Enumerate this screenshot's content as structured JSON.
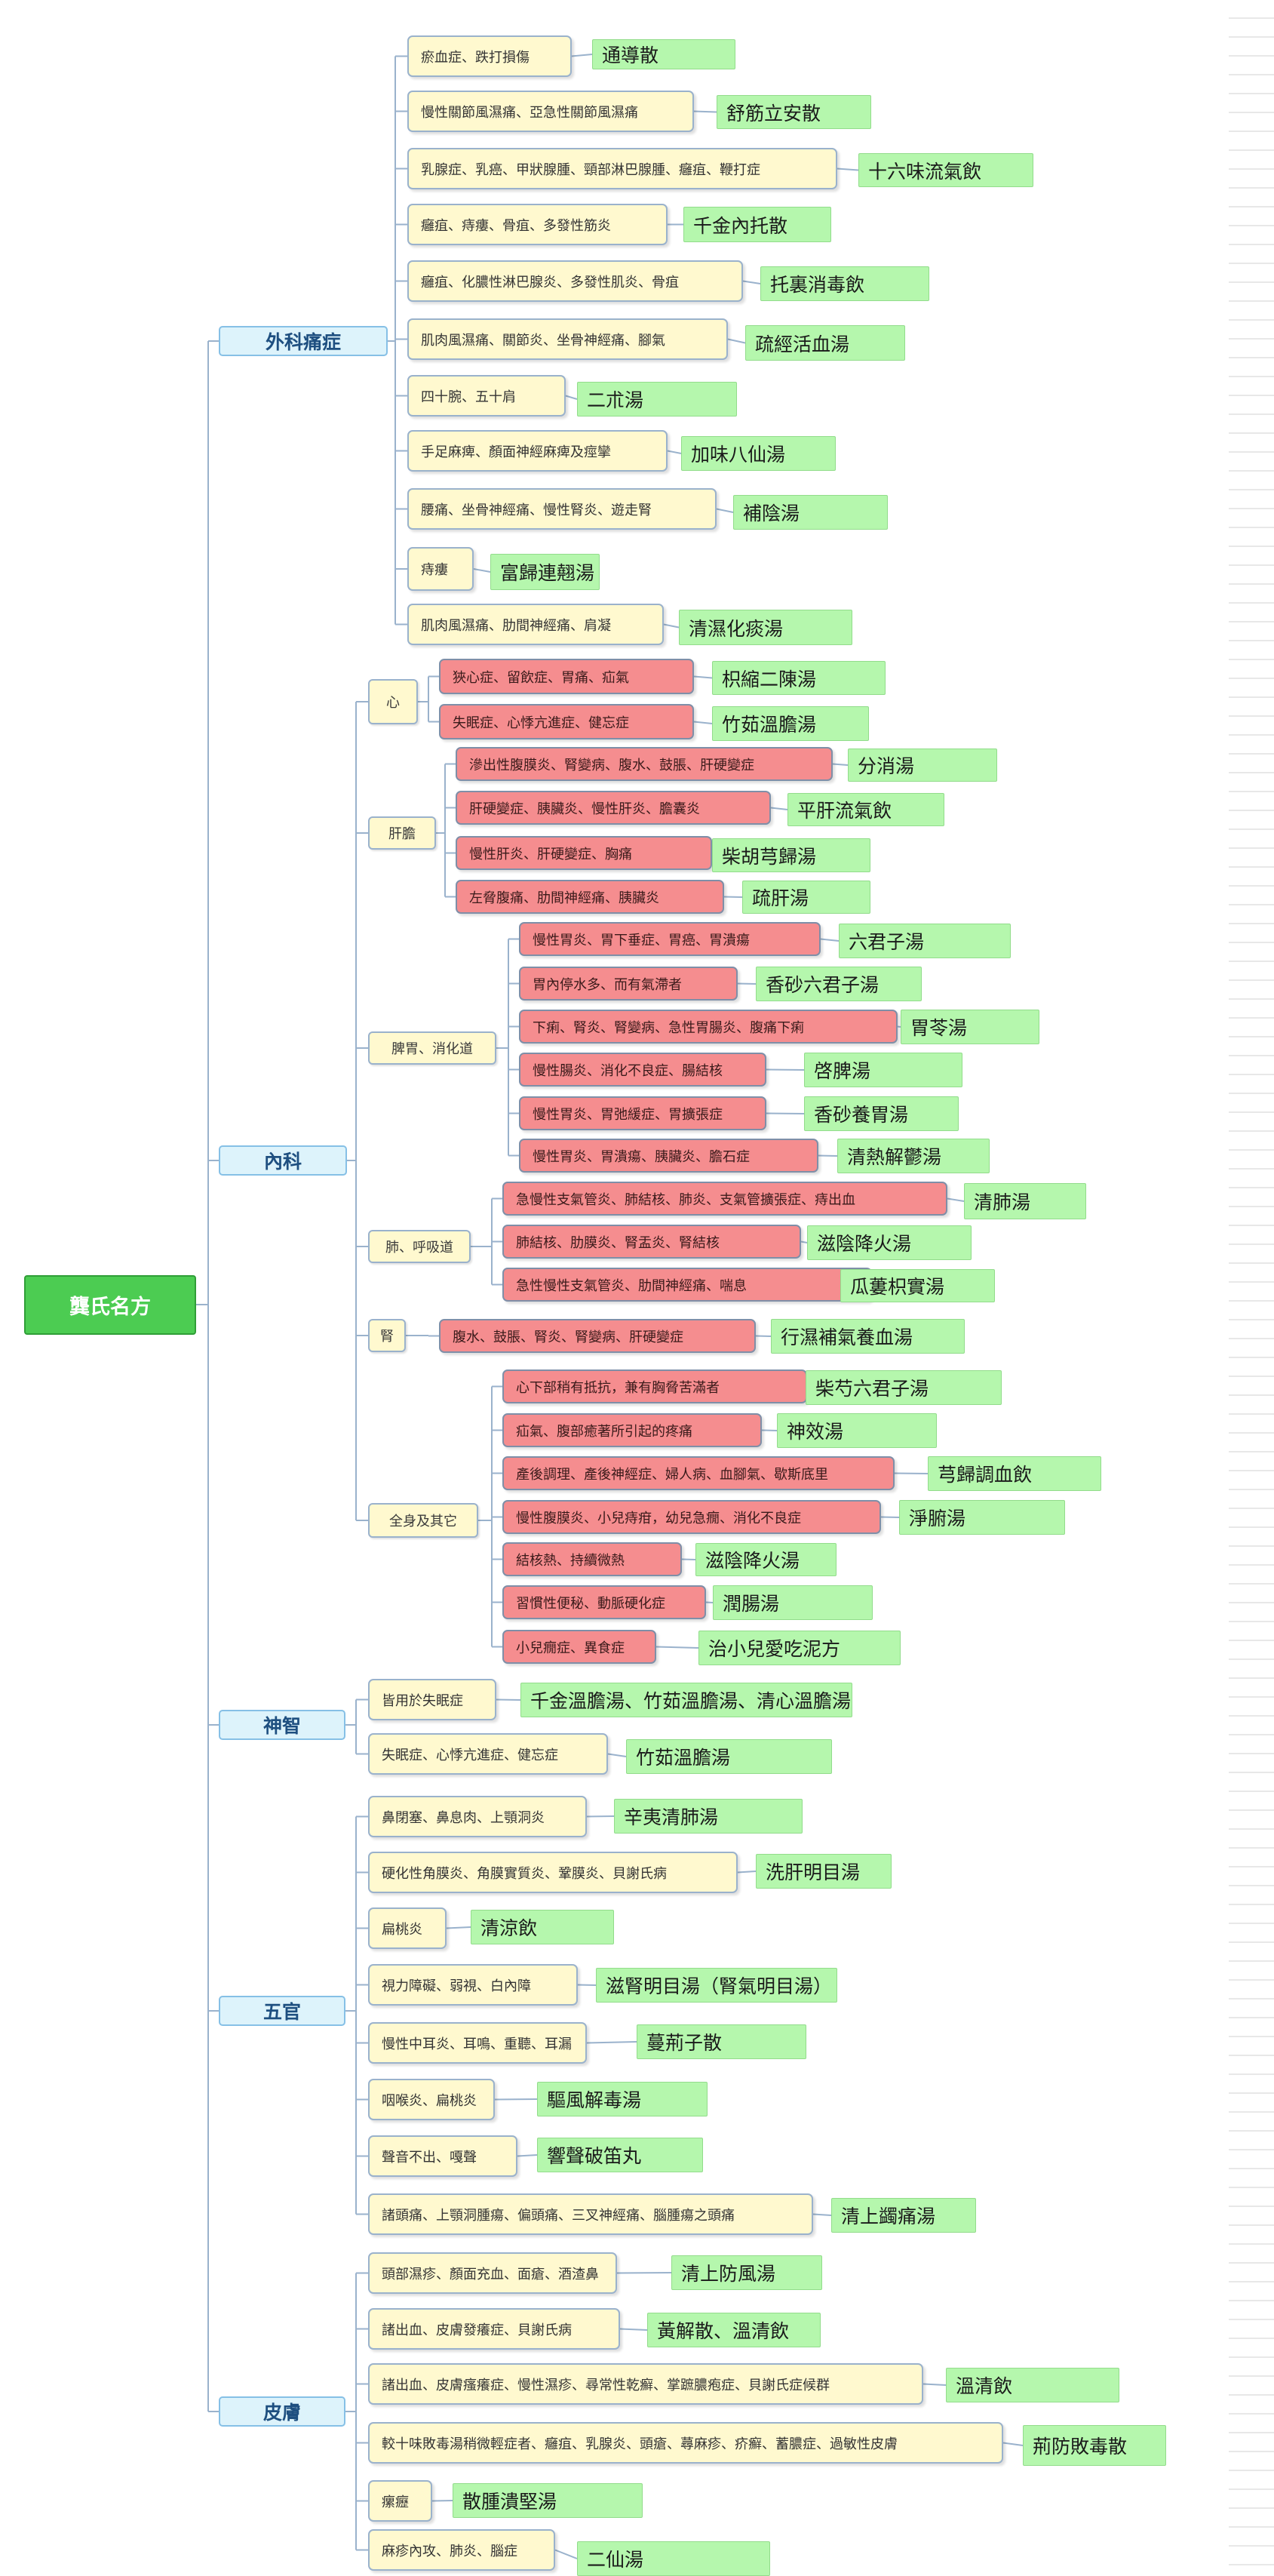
{
  "root": "龔氏名方",
  "categories": [
    {
      "name": "外科痛症",
      "items": [
        {
          "condition": "瘀血症、跌打損傷",
          "remedy": "通導散"
        },
        {
          "condition": "慢性關節風濕痛、亞急性關節風濕痛",
          "remedy": "舒筋立安散"
        },
        {
          "condition": "乳腺症、乳癌、甲狀腺腫、頸部淋巴腺腫、癰疽、鞭打症",
          "remedy": "十六味流氣飲"
        },
        {
          "condition": "癰疽、痔瘻、骨疽、多發性筋炎",
          "remedy": "千金內托散"
        },
        {
          "condition": "癰疽、化膿性淋巴腺炎、多發性肌炎、骨疽",
          "remedy": "托裏消毒飲"
        },
        {
          "condition": "肌肉風濕痛、關節炎、坐骨神經痛、腳氣",
          "remedy": "疏經活血湯"
        },
        {
          "condition": "四十腕、五十肩",
          "remedy": "二朮湯"
        },
        {
          "condition": "手足麻痺、顏面神經麻痺及痙攣",
          "remedy": "加味八仙湯"
        },
        {
          "condition": "腰痛、坐骨神經痛、慢性腎炎、遊走腎",
          "remedy": "補陰湯"
        },
        {
          "condition": "痔瘻",
          "remedy": "富歸連翹湯"
        },
        {
          "condition": "肌肉風濕痛、肋間神經痛、肩凝",
          "remedy": "清濕化痰湯"
        }
      ]
    },
    {
      "name": "內科",
      "groups": [
        {
          "name": "心",
          "items": [
            {
              "condition": "狹心症、留飲症、胃痛、疝氣",
              "remedy": "枳縮二陳湯"
            },
            {
              "condition": "失眠症、心悸亢進症、健忘症",
              "remedy": "竹茹溫膽湯"
            }
          ]
        },
        {
          "name": "肝膽",
          "items": [
            {
              "condition": "滲出性腹膜炎、腎變病、腹水、鼓脹、肝硬變症",
              "remedy": "分消湯"
            },
            {
              "condition": "肝硬變症、胰臟炎、慢性肝炎、膽囊炎",
              "remedy": "平肝流氣飲"
            },
            {
              "condition": "慢性肝炎、肝硬變症、胸痛",
              "remedy": "柴胡芎歸湯"
            },
            {
              "condition": "左脅腹痛、肋間神經痛、胰臟炎",
              "remedy": "疏肝湯"
            }
          ]
        },
        {
          "name": "脾胃、消化道",
          "items": [
            {
              "condition": "慢性胃炎、胃下垂症、胃癌、胃潰瘍",
              "remedy": "六君子湯"
            },
            {
              "condition": "胃內停水多、而有氣滯者",
              "remedy": "香砂六君子湯"
            },
            {
              "condition": "下痢、腎炎、腎變病、急性胃腸炎、腹痛下痢",
              "remedy": "胃苓湯"
            },
            {
              "condition": "慢性腸炎、消化不良症、腸結核",
              "remedy": "啓脾湯"
            },
            {
              "condition": "慢性胃炎、胃弛緩症、胃擴張症",
              "remedy": "香砂養胃湯"
            },
            {
              "condition": "慢性胃炎、胃潰瘍、胰臟炎、膽石症",
              "remedy": "清熱解鬱湯"
            }
          ]
        },
        {
          "name": "肺、呼吸道",
          "items": [
            {
              "condition": "急慢性支氣管炎、肺結核、肺炎、支氣管擴張症、痔出血",
              "remedy": "清肺湯"
            },
            {
              "condition": "肺結核、肋膜炎、腎盂炎、腎結核",
              "remedy": "滋陰降火湯"
            },
            {
              "condition": "急性慢性支氣管炎、肋間神經痛、喘息",
              "remedy": "瓜蔞枳實湯"
            }
          ]
        },
        {
          "name": "腎",
          "items": [
            {
              "condition": "腹水、鼓脹、腎炎、腎變病、肝硬變症",
              "remedy": "行濕補氣養血湯"
            }
          ]
        },
        {
          "name": "全身及其它",
          "items": [
            {
              "condition": "心下部稍有抵抗，兼有胸脅苦滿者",
              "remedy": "柴芍六君子湯"
            },
            {
              "condition": "疝氣、腹部癒著所引起的疼痛",
              "remedy": "神效湯"
            },
            {
              "condition": "產後調理、產後神經症、婦人病、血腳氣、歇斯底里",
              "remedy": "芎歸調血飲"
            },
            {
              "condition": "慢性腹膜炎、小兒痔疳，幼兒急癇、消化不良症",
              "remedy": "淨腑湯"
            },
            {
              "condition": "結核熱、持續微熱",
              "remedy": "滋陰降火湯"
            },
            {
              "condition": "習慣性便秘、動脈硬化症",
              "remedy": "潤腸湯"
            },
            {
              "condition": "小兒癇症、異食症",
              "remedy": "治小兒愛吃泥方"
            }
          ]
        }
      ]
    },
    {
      "name": "神智",
      "items": [
        {
          "condition": "皆用於失眠症",
          "remedy": "千金溫膽湯、竹茹溫膽湯、清心溫膽湯"
        },
        {
          "condition": "失眠症、心悸亢進症、健忘症",
          "remedy": "竹茹溫膽湯"
        }
      ]
    },
    {
      "name": "五官",
      "items": [
        {
          "condition": "鼻閉塞、鼻息肉、上顎洞炎",
          "remedy": "辛夷清肺湯"
        },
        {
          "condition": "硬化性角膜炎、角膜實質炎、鞏膜炎、貝謝氏病",
          "remedy": "洗肝明目湯"
        },
        {
          "condition": "扁桃炎",
          "remedy": "清涼飲"
        },
        {
          "condition": "視力障礙、弱視、白內障",
          "remedy": "滋腎明目湯（腎氣明目湯）"
        },
        {
          "condition": "慢性中耳炎、耳鳴、重聽、耳漏",
          "remedy": "蔓荊子散"
        },
        {
          "condition": "咽喉炎、扁桃炎",
          "remedy": "驅風解毒湯"
        },
        {
          "condition": "聲音不出、嘎聲",
          "remedy": "響聲破笛丸"
        },
        {
          "condition": "諸頭痛、上顎洞腫瘍、偏頭痛、三叉神經痛、腦腫瘍之頭痛",
          "remedy": "清上蠲痛湯"
        }
      ]
    },
    {
      "name": "皮膚",
      "items": [
        {
          "condition": "頭部濕疹、顏面充血、面瘡、酒渣鼻",
          "remedy": "清上防風湯"
        },
        {
          "condition": "諸出血、皮膚發癢症、貝謝氏病",
          "remedy": "黃解散、溫清飲"
        },
        {
          "condition": "諸出血、皮膚瘙癢症、慢性濕疹、尋常性乾癬、掌蹠膿疱症、貝謝氏症候群",
          "remedy": "溫清飲"
        },
        {
          "condition": "較十味敗毒湯稍微輕症者、癰疽、乳腺炎、頭瘡、蕁麻疹、疥癬、蓄膿症、過敏性皮膚",
          "remedy": "荊防敗毒散"
        },
        {
          "condition": "瘰癧",
          "remedy": "散腫潰堅湯"
        },
        {
          "condition": "麻疹內攻、肺炎、腦症",
          "remedy": "二仙湯"
        }
      ]
    }
  ]
}
